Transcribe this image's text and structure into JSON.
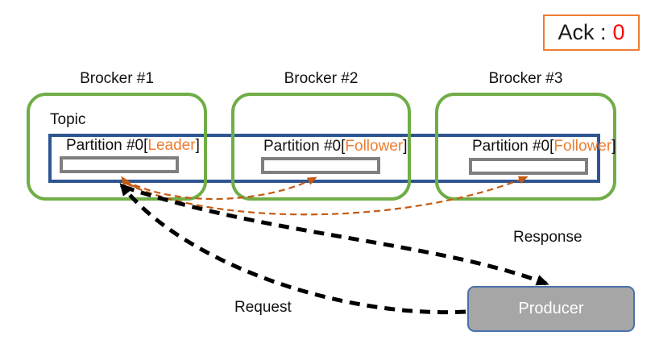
{
  "ack": {
    "label": "Ack :",
    "value": "0"
  },
  "topic": {
    "label": "Topic"
  },
  "brokers": [
    {
      "title": "Brocker #1",
      "partition_prefix": "Partition #0[",
      "partition_role": "Leader",
      "partition_suffix": "]"
    },
    {
      "title": "Brocker #2",
      "partition_prefix": "Partition #0[",
      "partition_role": "Follower",
      "partition_suffix": "]"
    },
    {
      "title": "Brocker #3",
      "partition_prefix": "Partition #0[",
      "partition_role": "Follower",
      "partition_suffix": "]"
    }
  ],
  "producer": {
    "label": "Producer"
  },
  "flows": {
    "request": "Request",
    "response": "Response"
  },
  "colors": {
    "broker_border": "#70ad47",
    "topic_border": "#2e5591",
    "partition_slot_border": "#7f7f7f",
    "role_text": "#ed7d31",
    "ack_border": "#ed7d31",
    "ack_value": "#ff0000",
    "replication_arrow": "#c55a11",
    "flow_arrow": "#000000",
    "producer_fill": "#a6a6a6",
    "producer_border": "#4a72ab",
    "producer_text": "#ffffff"
  }
}
